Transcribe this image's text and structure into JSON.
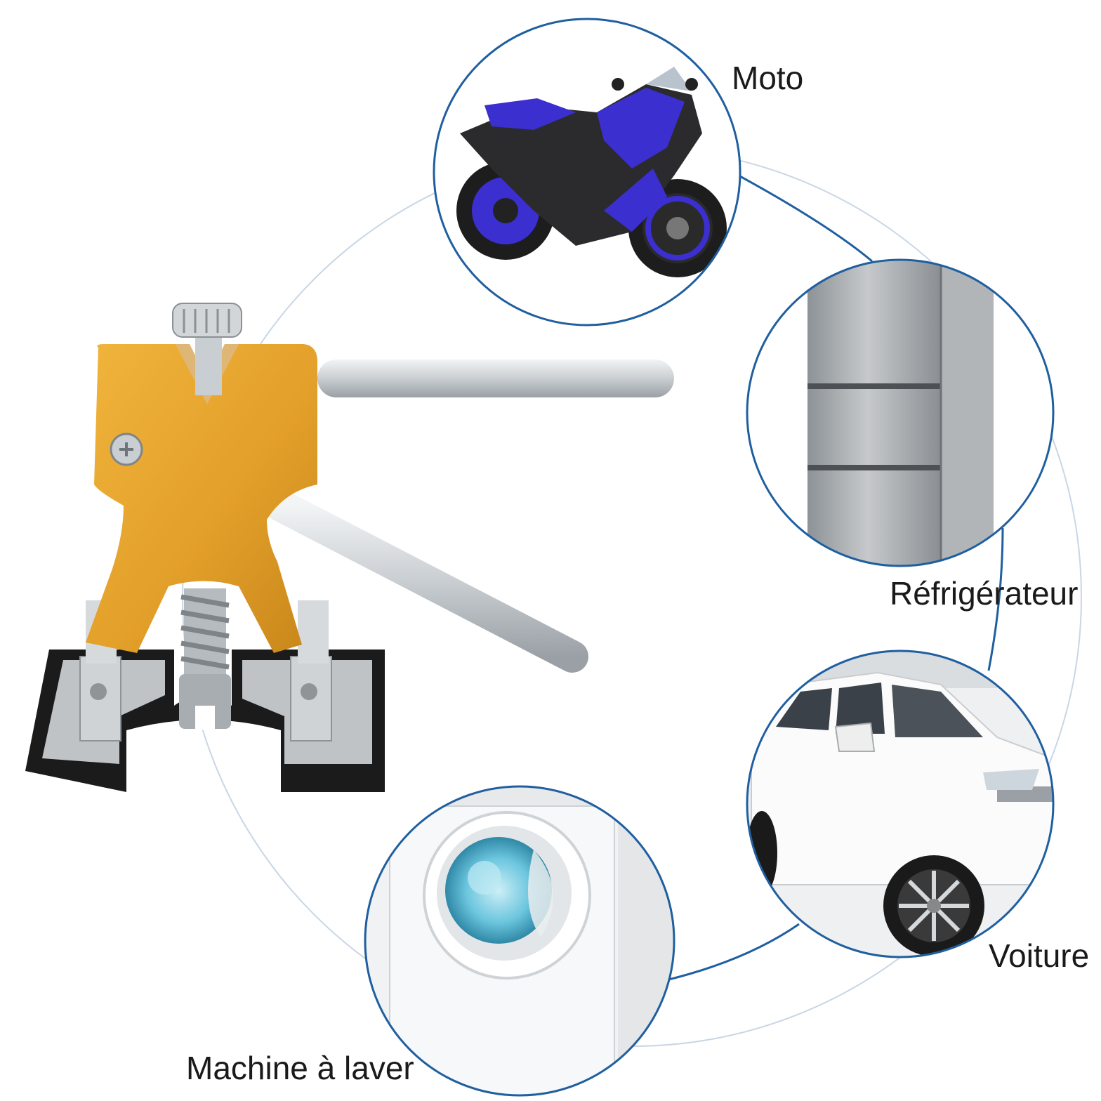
{
  "labels": {
    "moto": "Moto",
    "refrigerator": "Réfrigérateur",
    "car": "Voiture",
    "washing_machine": "Machine à laver"
  },
  "colors": {
    "circle_border": "#1f5fa0",
    "tool_body": "#e3a02a",
    "tool_body_shadow": "#b97a12",
    "handle": "#d9dde0",
    "base_pad": "#1b1b1b",
    "bike_accent": "#3b2fd0",
    "fridge_steel": "#a7abae",
    "washer_window": "#7fd3e6"
  },
  "icons": {
    "tool": "dent-puller-icon",
    "motorcycle": "motorcycle-icon",
    "fridge": "refrigerator-icon",
    "car": "car-icon",
    "washer": "washing-machine-icon"
  }
}
